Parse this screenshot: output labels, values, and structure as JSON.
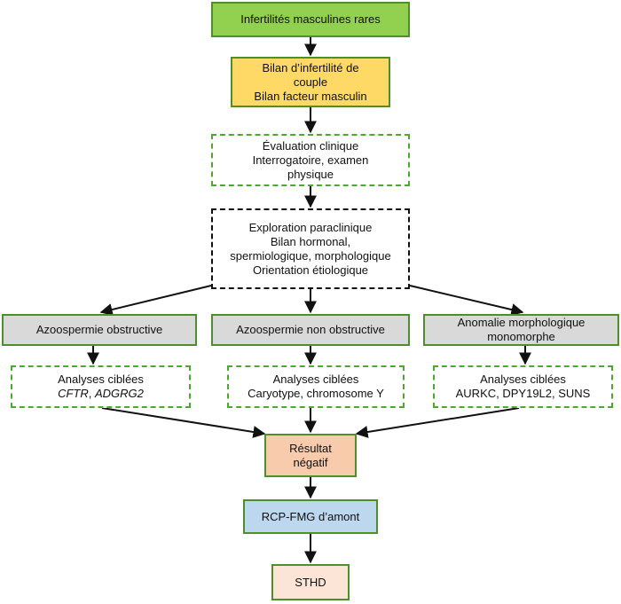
{
  "nodes": {
    "top": {
      "lines": [
        "Infertilités masculines rares"
      ]
    },
    "bilan": {
      "lines": [
        "Bilan d’infertilité de",
        "couple",
        "Bilan facteur masculin"
      ]
    },
    "evaluation": {
      "lines": [
        "Évaluation clinique",
        "Interrogatoire, examen",
        "physique"
      ]
    },
    "exploration": {
      "lines": [
        "Exploration paraclinique",
        "Bilan hormonal,",
        "spermiologique, morphologique",
        "Orientation étiologique"
      ]
    },
    "azoo_obs": {
      "lines": [
        "Azoospermie obstructive"
      ]
    },
    "azoo_non_obs": {
      "lines": [
        "Azoospermie non obstructive"
      ]
    },
    "anomalie": {
      "lines": [
        "Anomalie morphologique",
        "monomorphe"
      ]
    },
    "analyses_1": {
      "title": "Analyses ciblées",
      "genes": [
        "CFTR",
        "ADGRG2"
      ]
    },
    "analyses_2": {
      "lines": [
        "Analyses ciblées",
        "Caryotype, chromosome Y"
      ]
    },
    "analyses_3": {
      "lines": [
        "Analyses ciblées",
        "AURKC, DPY19L2, SUNS"
      ]
    },
    "resultat": {
      "lines": [
        "Résultat",
        "négatif"
      ]
    },
    "rcp": {
      "lines": [
        "RCP-FMG d’amont"
      ]
    },
    "sthd": {
      "lines": [
        "STHD"
      ]
    }
  },
  "colors": {
    "green_fill": "#92d050",
    "yellow_fill": "#ffd966",
    "grey_fill": "#d9d9d9",
    "peach_fill": "#f8cbad",
    "blue_fill": "#bdd7ee",
    "cream_fill": "#fce4d6",
    "dashed_border": "#4ea72e"
  }
}
